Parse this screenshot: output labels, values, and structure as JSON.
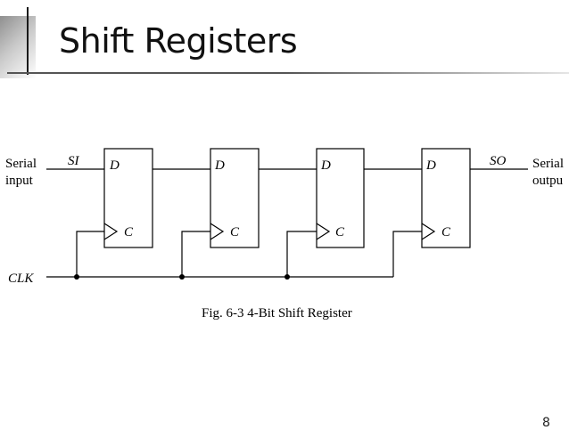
{
  "title": "Shift Registers",
  "page_number": "8",
  "diagram": {
    "serial_input_label_line1": "Serial",
    "serial_input_label_line2": "input",
    "serial_output_label_line1": "Serial",
    "serial_output_label_line2": "outpu",
    "si_label": "SI",
    "so_label": "SO",
    "clk_label": "CLK",
    "caption": "Fig. 6-3 4-Bit Shift Register",
    "flip_flops": [
      {
        "d_label": "D",
        "c_label": "C"
      },
      {
        "d_label": "D",
        "c_label": "C"
      },
      {
        "d_label": "D",
        "c_label": "C"
      },
      {
        "d_label": "D",
        "c_label": "C"
      }
    ]
  }
}
